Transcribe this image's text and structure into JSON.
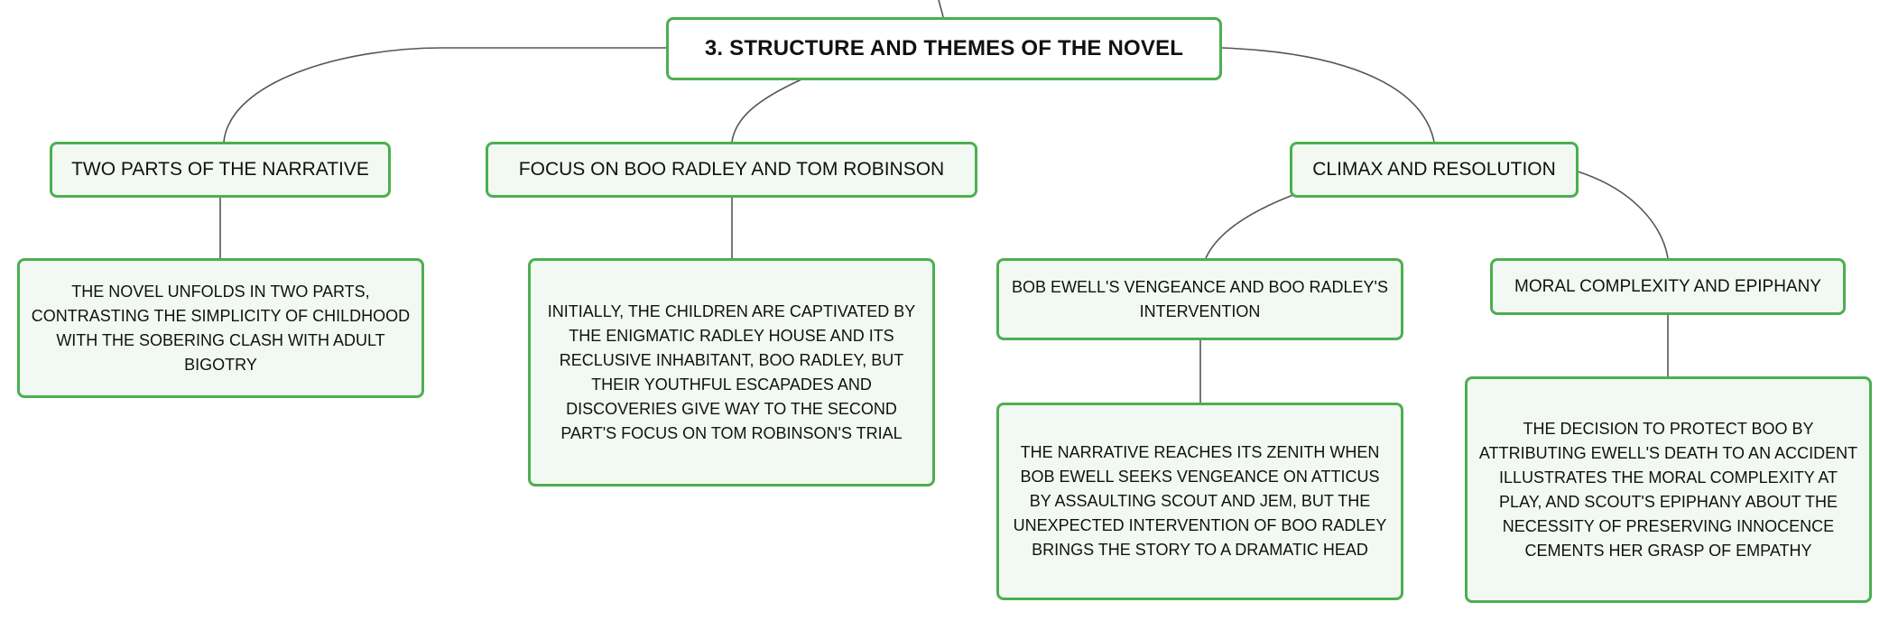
{
  "title": "3. STRUCTURE AND THEMES OF THE NOVEL",
  "branches": [
    {
      "label": "TWO PARTS OF THE NARRATIVE",
      "detail": "THE NOVEL UNFOLDS IN TWO PARTS, CONTRASTING THE SIMPLICITY OF CHILDHOOD WITH THE SOBERING CLASH WITH ADULT BIGOTRY"
    },
    {
      "label": "FOCUS ON BOO RADLEY AND TOM ROBINSON",
      "detail": "INITIALLY, THE CHILDREN ARE CAPTIVATED BY THE ENIGMATIC RADLEY HOUSE AND ITS RECLUSIVE INHABITANT, BOO RADLEY, BUT THEIR YOUTHFUL ESCAPADES AND DISCOVERIES GIVE WAY TO THE SECOND PART'S FOCUS ON TOM ROBINSON'S TRIAL"
    },
    {
      "label": "CLIMAX AND RESOLUTION",
      "children": [
        {
          "label": "BOB EWELL'S VENGEANCE AND BOO RADLEY'S INTERVENTION",
          "detail": "THE NARRATIVE REACHES ITS ZENITH WHEN BOB EWELL SEEKS VENGEANCE ON ATTICUS BY ASSAULTING SCOUT AND JEM, BUT THE UNEXPECTED INTERVENTION OF BOO RADLEY BRINGS THE STORY TO A DRAMATIC HEAD"
        },
        {
          "label": "MORAL COMPLEXITY AND EPIPHANY",
          "detail": "THE DECISION TO PROTECT BOO BY ATTRIBUTING EWELL'S DEATH TO AN ACCIDENT ILLUSTRATES THE MORAL COMPLEXITY AT PLAY, AND SCOUT'S EPIPHANY ABOUT THE NECESSITY OF PRESERVING INNOCENCE CEMENTS HER GRASP OF EMPATHY"
        }
      ]
    }
  ],
  "colors": {
    "node_border": "#4caf50",
    "node_fill": "#f2f9f3",
    "connector": "#555555"
  }
}
